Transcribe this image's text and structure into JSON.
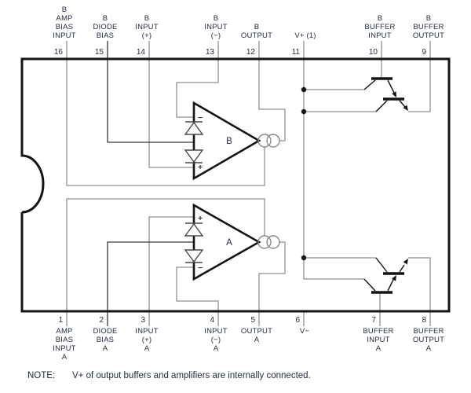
{
  "diagram": {
    "title": "internal-schematic-16-pin-dual-amplifier",
    "amp_b_label": "B",
    "amp_a_label": "A",
    "minus_sign": "−",
    "plus_sign": "+",
    "note_label": "NOTE:",
    "note_text": "V+ of output buffers and amplifiers are internally connected."
  },
  "pins": {
    "top": [
      {
        "num": "16",
        "lines": [
          "B",
          "AMP",
          "BIAS",
          "INPUT"
        ]
      },
      {
        "num": "15",
        "lines": [
          "B",
          "DIODE",
          "BIAS"
        ]
      },
      {
        "num": "14",
        "lines": [
          "B",
          "INPUT",
          "(+)"
        ]
      },
      {
        "num": "13",
        "lines": [
          "B",
          "INPUT",
          "(−)"
        ]
      },
      {
        "num": "12",
        "lines": [
          "B",
          "OUTPUT"
        ]
      },
      {
        "num": "11",
        "lines": [
          "V+ (1)"
        ]
      },
      {
        "num": "10",
        "lines": [
          "B",
          "BUFFER",
          "INPUT"
        ]
      },
      {
        "num": "9",
        "lines": [
          "B",
          "BUFFER",
          "OUTPUT"
        ]
      }
    ],
    "bottom": [
      {
        "num": "1",
        "lines": [
          "AMP",
          "BIAS",
          "INPUT",
          "A"
        ]
      },
      {
        "num": "2",
        "lines": [
          "DIODE",
          "BIAS",
          "A"
        ]
      },
      {
        "num": "3",
        "lines": [
          "INPUT",
          "(+)",
          "A"
        ]
      },
      {
        "num": "4",
        "lines": [
          "INPUT",
          "(−)",
          "A"
        ]
      },
      {
        "num": "5",
        "lines": [
          "OUTPUT",
          "A"
        ]
      },
      {
        "num": "6",
        "lines": [
          "V−"
        ]
      },
      {
        "num": "7",
        "lines": [
          "BUFFER",
          "INPUT",
          "A"
        ]
      },
      {
        "num": "8",
        "lines": [
          "BUFFER",
          "OUTPUT",
          "A"
        ]
      }
    ]
  },
  "colors": {
    "background": "#ffffff",
    "outline_ink": "#141414",
    "signal_wire": "#8f8f8f",
    "bias_wire": "#3a3a3a",
    "text": "#232d42"
  }
}
